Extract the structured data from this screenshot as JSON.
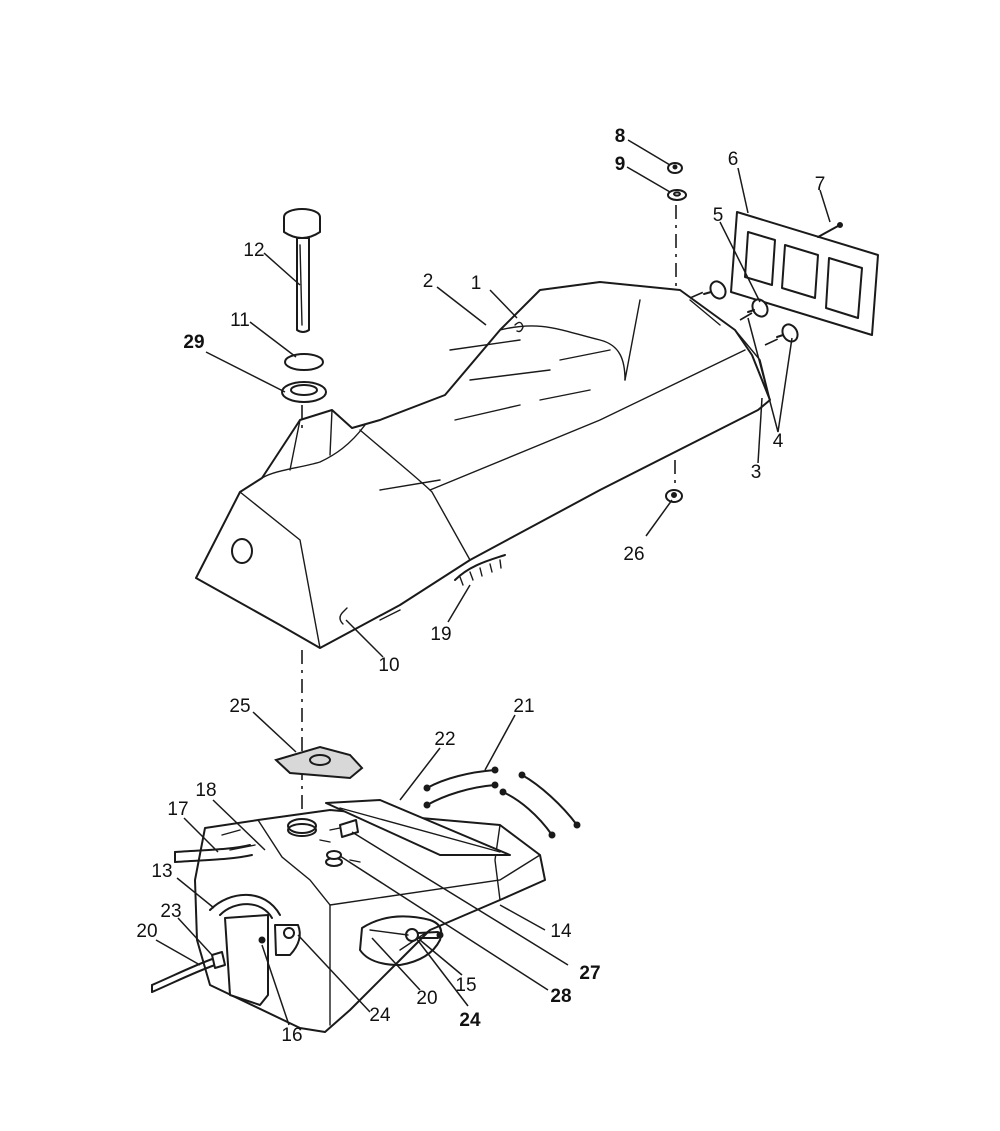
{
  "diagram": {
    "callouts": [
      {
        "id": "c1",
        "text": "1"
      },
      {
        "id": "c2",
        "text": "2"
      },
      {
        "id": "c3",
        "text": "3"
      },
      {
        "id": "c4",
        "text": "4"
      },
      {
        "id": "c5",
        "text": "5"
      },
      {
        "id": "c6",
        "text": "6"
      },
      {
        "id": "c7",
        "text": "7"
      },
      {
        "id": "c8",
        "text": "8"
      },
      {
        "id": "c9",
        "text": "9"
      },
      {
        "id": "c10",
        "text": "10"
      },
      {
        "id": "c11",
        "text": "11"
      },
      {
        "id": "c12",
        "text": "12"
      },
      {
        "id": "c13",
        "text": "13"
      },
      {
        "id": "c14",
        "text": "14"
      },
      {
        "id": "c15",
        "text": "15"
      },
      {
        "id": "c16",
        "text": "16"
      },
      {
        "id": "c17",
        "text": "17"
      },
      {
        "id": "c18",
        "text": "18"
      },
      {
        "id": "c19",
        "text": "19"
      },
      {
        "id": "c20a",
        "text": "20"
      },
      {
        "id": "c20b",
        "text": "20"
      },
      {
        "id": "c21",
        "text": "21"
      },
      {
        "id": "c22",
        "text": "22"
      },
      {
        "id": "c23",
        "text": "23"
      },
      {
        "id": "c24a",
        "text": "24"
      },
      {
        "id": "c24b",
        "text": "24"
      },
      {
        "id": "c25",
        "text": "25"
      },
      {
        "id": "c26",
        "text": "26"
      },
      {
        "id": "c27",
        "text": "27"
      },
      {
        "id": "c28",
        "text": "28"
      },
      {
        "id": "c29",
        "text": "29"
      }
    ]
  }
}
